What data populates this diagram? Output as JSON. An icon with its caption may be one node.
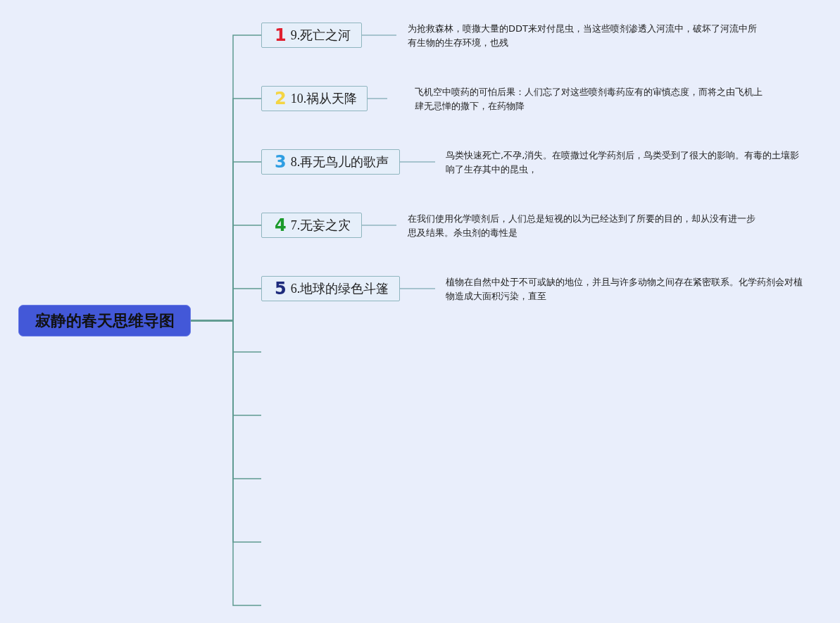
{
  "diagram": {
    "nodes": [
      {
        "text": [
          "寂静的春天思维导图"
        ]
      },
      {
        "text": [
          "1",
          "9.死亡之河"
        ]
      },
      {
        "text": [
          "2",
          "10.祸从天降"
        ]
      },
      {
        "text": [
          "3",
          "8.再无鸟儿的歌声"
        ]
      },
      {
        "text": [
          "4",
          "7.无妄之灾"
        ]
      },
      {
        "text": [
          "5",
          "6.地球的绿色斗篷"
        ]
      },
      {
        "text": [
          "为抢救森林，喷撒大量的DDT来对付昆虫，当这些喷剂渗透入河流中，破坏了河流中所有生物的生存环境，也残"
        ]
      },
      {
        "text": [
          "飞机空中喷药的可怕后果：人们忘了对这些喷剂毒药应有的审慎态度，而将之由飞机上肆无忌惮的撒下，在药物降"
        ]
      },
      {
        "text": [
          "鸟类快速死亡,不孕,消失。在喷撒过化学药剂后，鸟类受到了很大的影响。有毒的土壤影响了生存其中的昆虫，"
        ]
      },
      {
        "text": [
          "在我们使用化学喷剂后，人们总是短视的以为已经达到了所要的目的，却从没有进一步思及结果。杀虫剂的毒性是"
        ]
      },
      {
        "text": [
          "植物在自然中处于不可或缺的地位，并且与许多动物之间存在紧密联系。化学药剂会对植物造成大面积污染，直至"
        ]
      }
    ],
    "edges": [
      {
        "from": 0,
        "to": 1,
        "arrow": "none"
      },
      {
        "from": 0,
        "to": 2,
        "arrow": "none"
      },
      {
        "from": 0,
        "to": 3,
        "arrow": "none"
      },
      {
        "from": 0,
        "to": 4,
        "arrow": "none"
      },
      {
        "from": 0,
        "to": 5,
        "arrow": "none"
      },
      {
        "from": 0,
        "to": null,
        "arrow": "none"
      },
      {
        "from": 0,
        "to": null,
        "arrow": "none"
      },
      {
        "from": 0,
        "to": null,
        "arrow": "none"
      },
      {
        "from": 0,
        "to": null,
        "arrow": "none"
      },
      {
        "from": 0,
        "to": null,
        "arrow": "none"
      },
      {
        "from": 1,
        "to": 6,
        "arrow": "none"
      },
      {
        "from": 2,
        "to": 7,
        "arrow": "none"
      },
      {
        "from": 3,
        "to": 8,
        "arrow": "none"
      },
      {
        "from": 4,
        "to": 9,
        "arrow": "none"
      },
      {
        "from": 5,
        "to": 10,
        "arrow": "none"
      }
    ]
  }
}
